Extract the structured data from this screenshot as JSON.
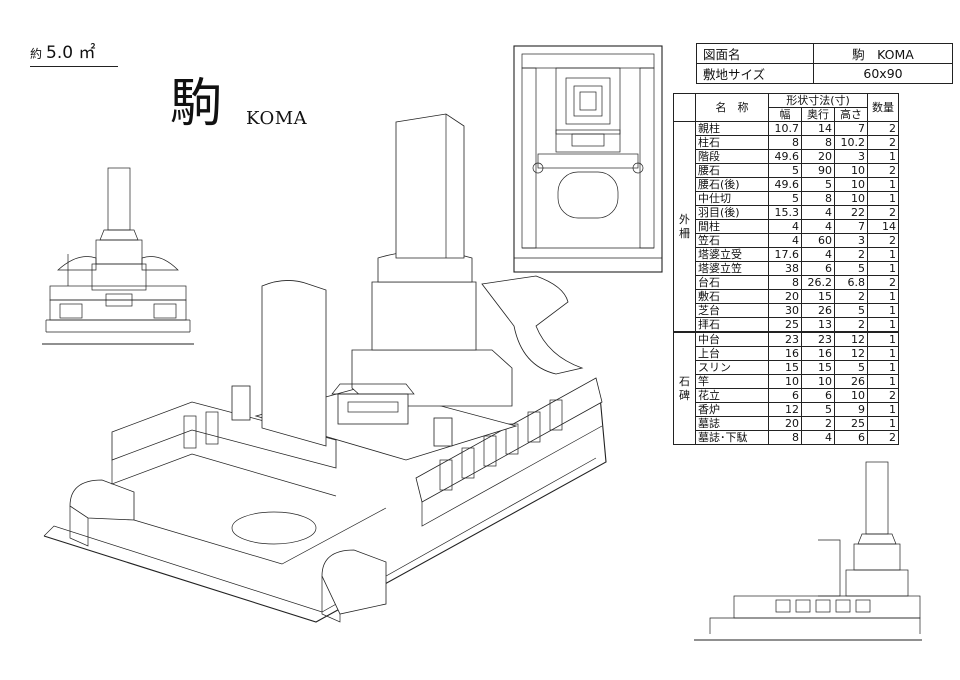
{
  "header": {
    "area_prefix": "約",
    "area_value": "5.0 ㎡",
    "title_kanji": "駒",
    "title_latin": "KOMA"
  },
  "info": {
    "drawing_name_label": "図面名",
    "drawing_name_value": "駒　KOMA",
    "site_size_label": "敷地サイズ",
    "site_size_value": "60x90"
  },
  "dimensions": {
    "heading": "形状寸法(寸)",
    "col_name": "名　称",
    "col_width": "幅",
    "col_depth": "奥行",
    "col_height": "高さ",
    "col_qty": "数量",
    "groups": [
      {
        "label": "外柵",
        "rows": [
          {
            "name": "親柱",
            "w": "10.7",
            "d": "14",
            "h": "7",
            "q": "2"
          },
          {
            "name": "柱石",
            "w": "8",
            "d": "8",
            "h": "10.2",
            "q": "2"
          },
          {
            "name": "階段",
            "w": "49.6",
            "d": "20",
            "h": "3",
            "q": "1"
          },
          {
            "name": "腰石",
            "w": "5",
            "d": "90",
            "h": "10",
            "q": "2"
          },
          {
            "name": "腰石(後)",
            "w": "49.6",
            "d": "5",
            "h": "10",
            "q": "1"
          },
          {
            "name": "中仕切",
            "w": "5",
            "d": "8",
            "h": "10",
            "q": "1"
          },
          {
            "name": "羽目(後)",
            "w": "15.3",
            "d": "4",
            "h": "22",
            "q": "2"
          },
          {
            "name": "間柱",
            "w": "4",
            "d": "4",
            "h": "7",
            "q": "14"
          },
          {
            "name": "笠石",
            "w": "4",
            "d": "60",
            "h": "3",
            "q": "2"
          },
          {
            "name": "塔婆立受",
            "w": "17.6",
            "d": "4",
            "h": "2",
            "q": "1"
          },
          {
            "name": "塔婆立笠",
            "w": "38",
            "d": "6",
            "h": "5",
            "q": "1"
          },
          {
            "name": "台石",
            "w": "8",
            "d": "26.2",
            "h": "6.8",
            "q": "2"
          },
          {
            "name": "敷石",
            "w": "20",
            "d": "15",
            "h": "2",
            "q": "1"
          },
          {
            "name": "芝台",
            "w": "30",
            "d": "26",
            "h": "5",
            "q": "1"
          },
          {
            "name": "拝石",
            "w": "25",
            "d": "13",
            "h": "2",
            "q": "1"
          }
        ]
      },
      {
        "label": "石碑",
        "rows": [
          {
            "name": "中台",
            "w": "23",
            "d": "23",
            "h": "12",
            "q": "1"
          },
          {
            "name": "上台",
            "w": "16",
            "d": "16",
            "h": "12",
            "q": "1"
          },
          {
            "name": "スリン",
            "w": "15",
            "d": "15",
            "h": "5",
            "q": "1"
          },
          {
            "name": "竿",
            "w": "10",
            "d": "10",
            "h": "26",
            "q": "1"
          },
          {
            "name": "花立",
            "w": "6",
            "d": "6",
            "h": "10",
            "q": "2"
          },
          {
            "name": "香炉",
            "w": "12",
            "d": "5",
            "h": "9",
            "q": "1"
          },
          {
            "name": "墓誌",
            "w": "20",
            "d": "2",
            "h": "25",
            "q": "1"
          },
          {
            "name": "墓誌･下駄",
            "w": "8",
            "d": "4",
            "h": "6",
            "q": "2"
          }
        ]
      }
    ]
  }
}
